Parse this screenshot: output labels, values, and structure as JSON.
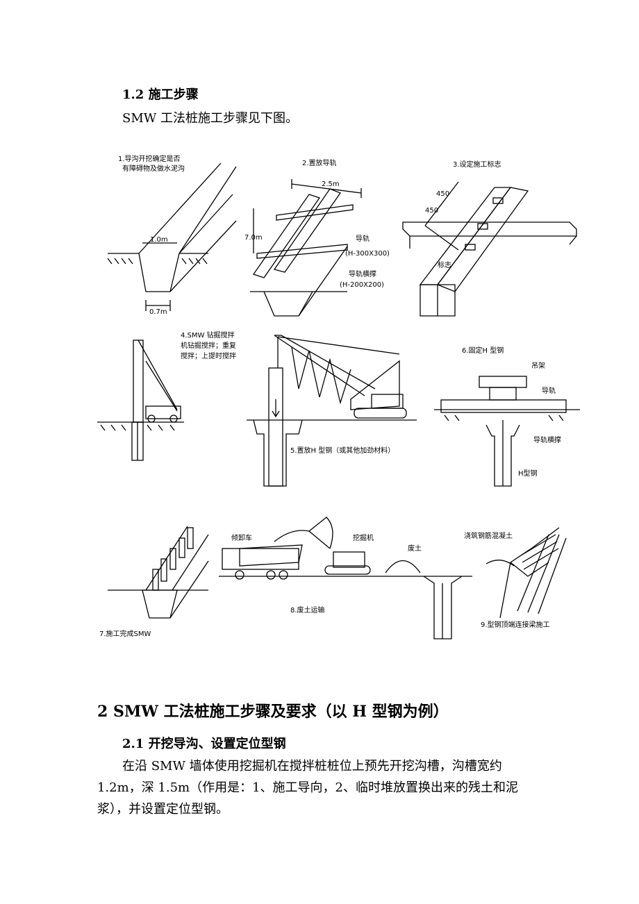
{
  "section_1_2": {
    "heading": "1.2  施工步骤",
    "intro": "SMW 工法桩施工步骤见下图。"
  },
  "figure": {
    "step1": {
      "label_line1": "1.导沟开挖确定是否",
      "label_line2": "有障碍物及做水泥沟",
      "dim_top": "1.0m",
      "dim_bottom": "0.7m"
    },
    "step2": {
      "label": "2.置放导轨",
      "dim_width": "2.5m",
      "dim_length": "7.0m",
      "rail": "导轨",
      "rail_spec": "(H-300X300)",
      "brace": "导轨横撑",
      "brace_spec": "(H-200X200)"
    },
    "step3": {
      "label": "3.设定施工标志",
      "dim_a": "450",
      "dim_b": "450",
      "mark": "标志"
    },
    "step4": {
      "label_line1": "4.SMW 钻掘搅拌",
      "label_line2": "机钻掘搅拌；重复",
      "label_line3": "搅拌；上提时搅拌"
    },
    "step5": {
      "label": "5.置放H 型钢（或其他加劲材料）"
    },
    "step6": {
      "label": "6.固定H 型钢",
      "hanger": "吊架",
      "rail": "导轨",
      "brace": "导轨横撑",
      "hbeam": "H型钢"
    },
    "step7": {
      "label": "7.施工完成SMW"
    },
    "step8": {
      "label": "8.废土运输",
      "truck": "倾卸车",
      "excavator": "挖掘机",
      "spoil": "废土"
    },
    "step9": {
      "label": "9.型钢顶端连接梁施工",
      "pour": "浇筑钢筋混凝土"
    }
  },
  "section_2": {
    "heading": "2 SMW 工法桩施工步骤及要求（以 H 型钢为例）",
    "sub_heading": "2.1  开挖导沟、设置定位型钢",
    "paragraph": "在沿 SMW 墙体使用挖掘机在搅拌桩桩位上预先开挖沟槽，沟槽宽约 1.2m，深 1.5m（作用是：1、施工导向，2、临时堆放置换出来的残土和泥浆），并设置定位型钢。"
  }
}
